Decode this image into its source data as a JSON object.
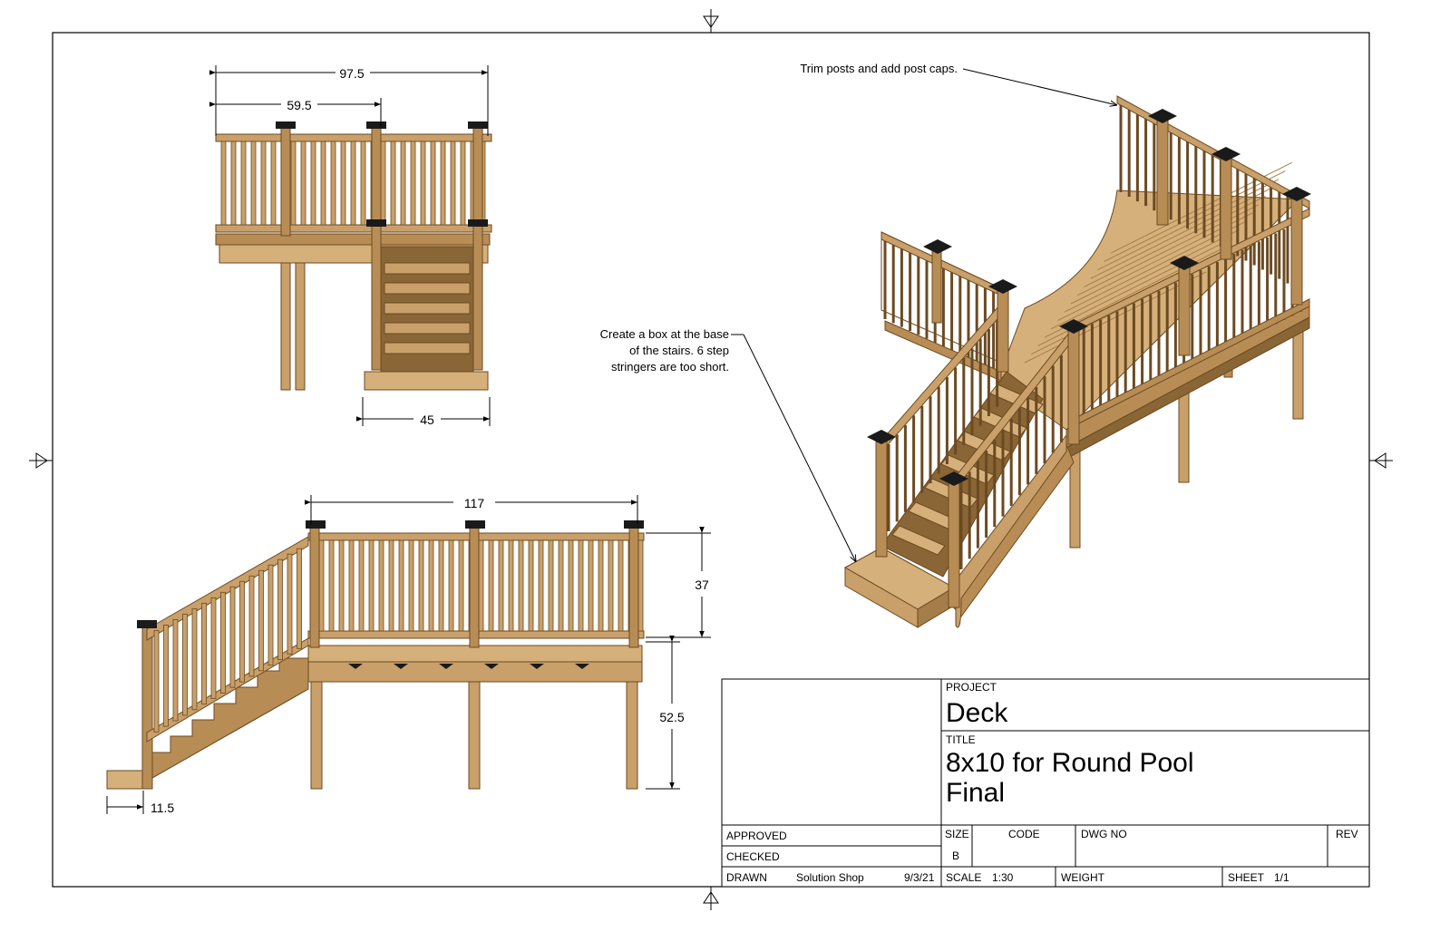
{
  "dimensions": {
    "top_width_overall": "97.5",
    "top_width_partial": "59.5",
    "top_stair_width": "45",
    "front_width": "117",
    "front_rail_height": "37",
    "front_deck_height": "52.5",
    "front_box_width": "11.5"
  },
  "notes": {
    "post_caps": "Trim posts and add post caps.",
    "stair_box_line1": "Create a box at the base",
    "stair_box_line2": "of the stairs.  6 step",
    "stair_box_line3": "stringers are too short."
  },
  "title_block": {
    "project_label": "PROJECT",
    "project_value": "Deck",
    "title_label": "TITLE",
    "title_line1": "8x10 for Round Pool",
    "title_line2": "Final",
    "approved_label": "APPROVED",
    "checked_label": "CHECKED",
    "drawn_label": "DRAWN",
    "drawn_by": "Solution Shop",
    "drawn_date": "9/3/21",
    "size_label": "SIZE",
    "size_value": "B",
    "code_label": "CODE",
    "dwg_no_label": "DWG NO",
    "rev_label": "REV",
    "scale_label": "SCALE",
    "scale_value": "1:30",
    "weight_label": "WEIGHT",
    "sheet_label": "SHEET",
    "sheet_value": "1/1"
  },
  "colors": {
    "wood": "#c9a06a",
    "wood_dark": "#8a6535",
    "wood_shadow": "#6b4a22",
    "cap": "#1a1a1a",
    "line": "#000000"
  }
}
